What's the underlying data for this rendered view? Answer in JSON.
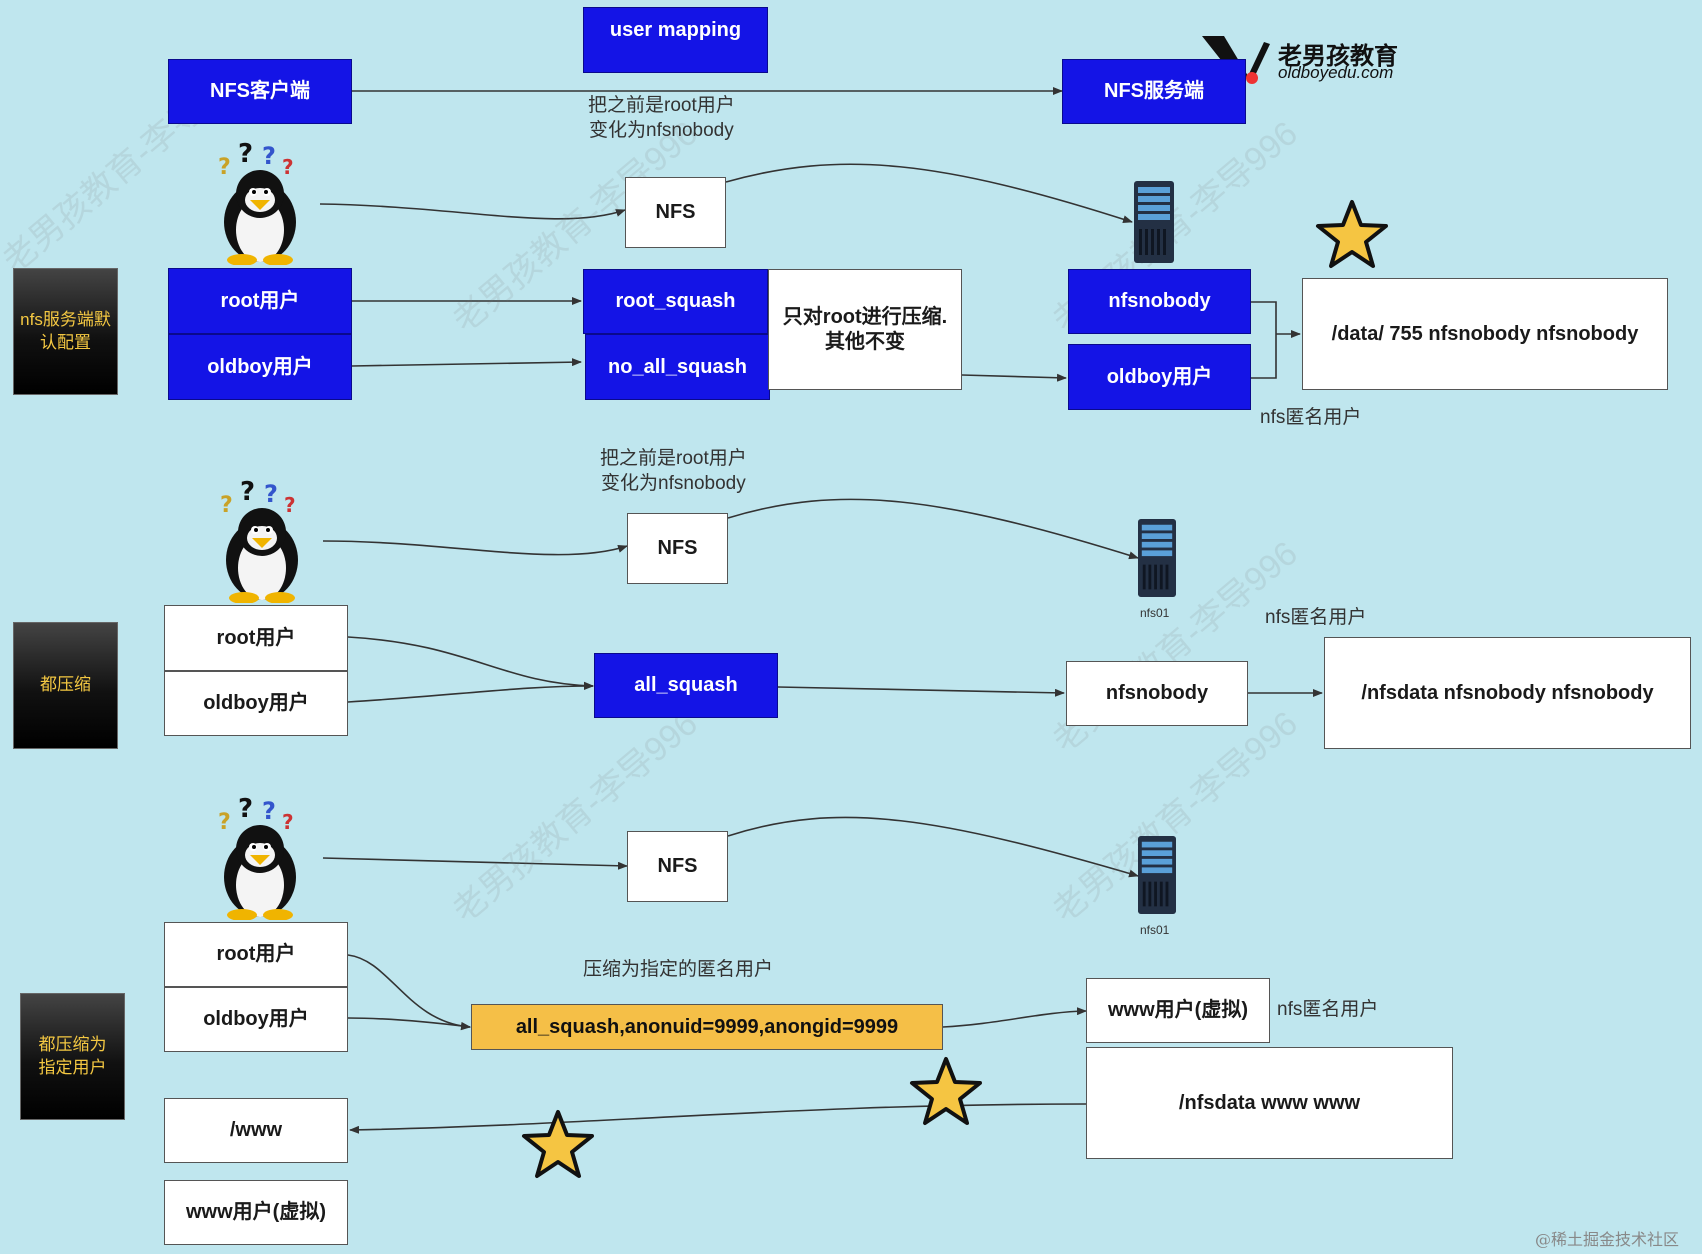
{
  "watermark": "老男孩教育-李导996",
  "logo": {
    "name": "老男孩教育",
    "url": "oldboyedu.com"
  },
  "header": {
    "mapping": "user mapping",
    "client": "NFS客户端",
    "server": "NFS服务端"
  },
  "row1": {
    "tag": "nfs服务端默认配置",
    "note_change": [
      "把之前是root用户",
      "变化为nfsnobody"
    ],
    "nfs": "NFS",
    "root_user": "root用户",
    "oldboy_user": "oldboy用户",
    "root_squash": "root_squash",
    "no_all_squash": "no_all_squash",
    "explain": [
      "只对root进行压缩.",
      "其他不变"
    ],
    "server_nfsnobody": "nfsnobody",
    "server_oldboy": "oldboy用户",
    "dir": "/data/ 755  nfsnobody nfsnobody",
    "anon_note": "nfs匿名用户"
  },
  "row2": {
    "tag": "都压缩",
    "note_change": [
      "把之前是root用户",
      "变化为nfsnobody"
    ],
    "nfs": "NFS",
    "server_label": "nfs01",
    "anon_note": "nfs匿名用户",
    "root_user": "root用户",
    "oldboy_user": "oldboy用户",
    "all_squash": "all_squash",
    "nfsnobody": "nfsnobody",
    "dir": "/nfsdata  nfsnobody nfsnobody"
  },
  "row3": {
    "tag": [
      "都压缩为",
      "指定用户"
    ],
    "nfs": "NFS",
    "server_label": "nfs01",
    "root_user": "root用户",
    "oldboy_user": "oldboy用户",
    "note": "压缩为指定的匿名用户",
    "option": "all_squash,anonuid=9999,anongid=9999",
    "www_user": "www用户(虚拟)",
    "anon_note": "nfs匿名用户",
    "dir": "/nfsdata  www www",
    "client_dir": "/www",
    "client_user": "www用户(虚拟)"
  },
  "footer": "@稀土掘金技术社区",
  "colors": {
    "background": "#bfe6ee",
    "blue_box": "#1414e6",
    "yellow_box": "#f5bf47",
    "tag_text": "#f4c842"
  }
}
